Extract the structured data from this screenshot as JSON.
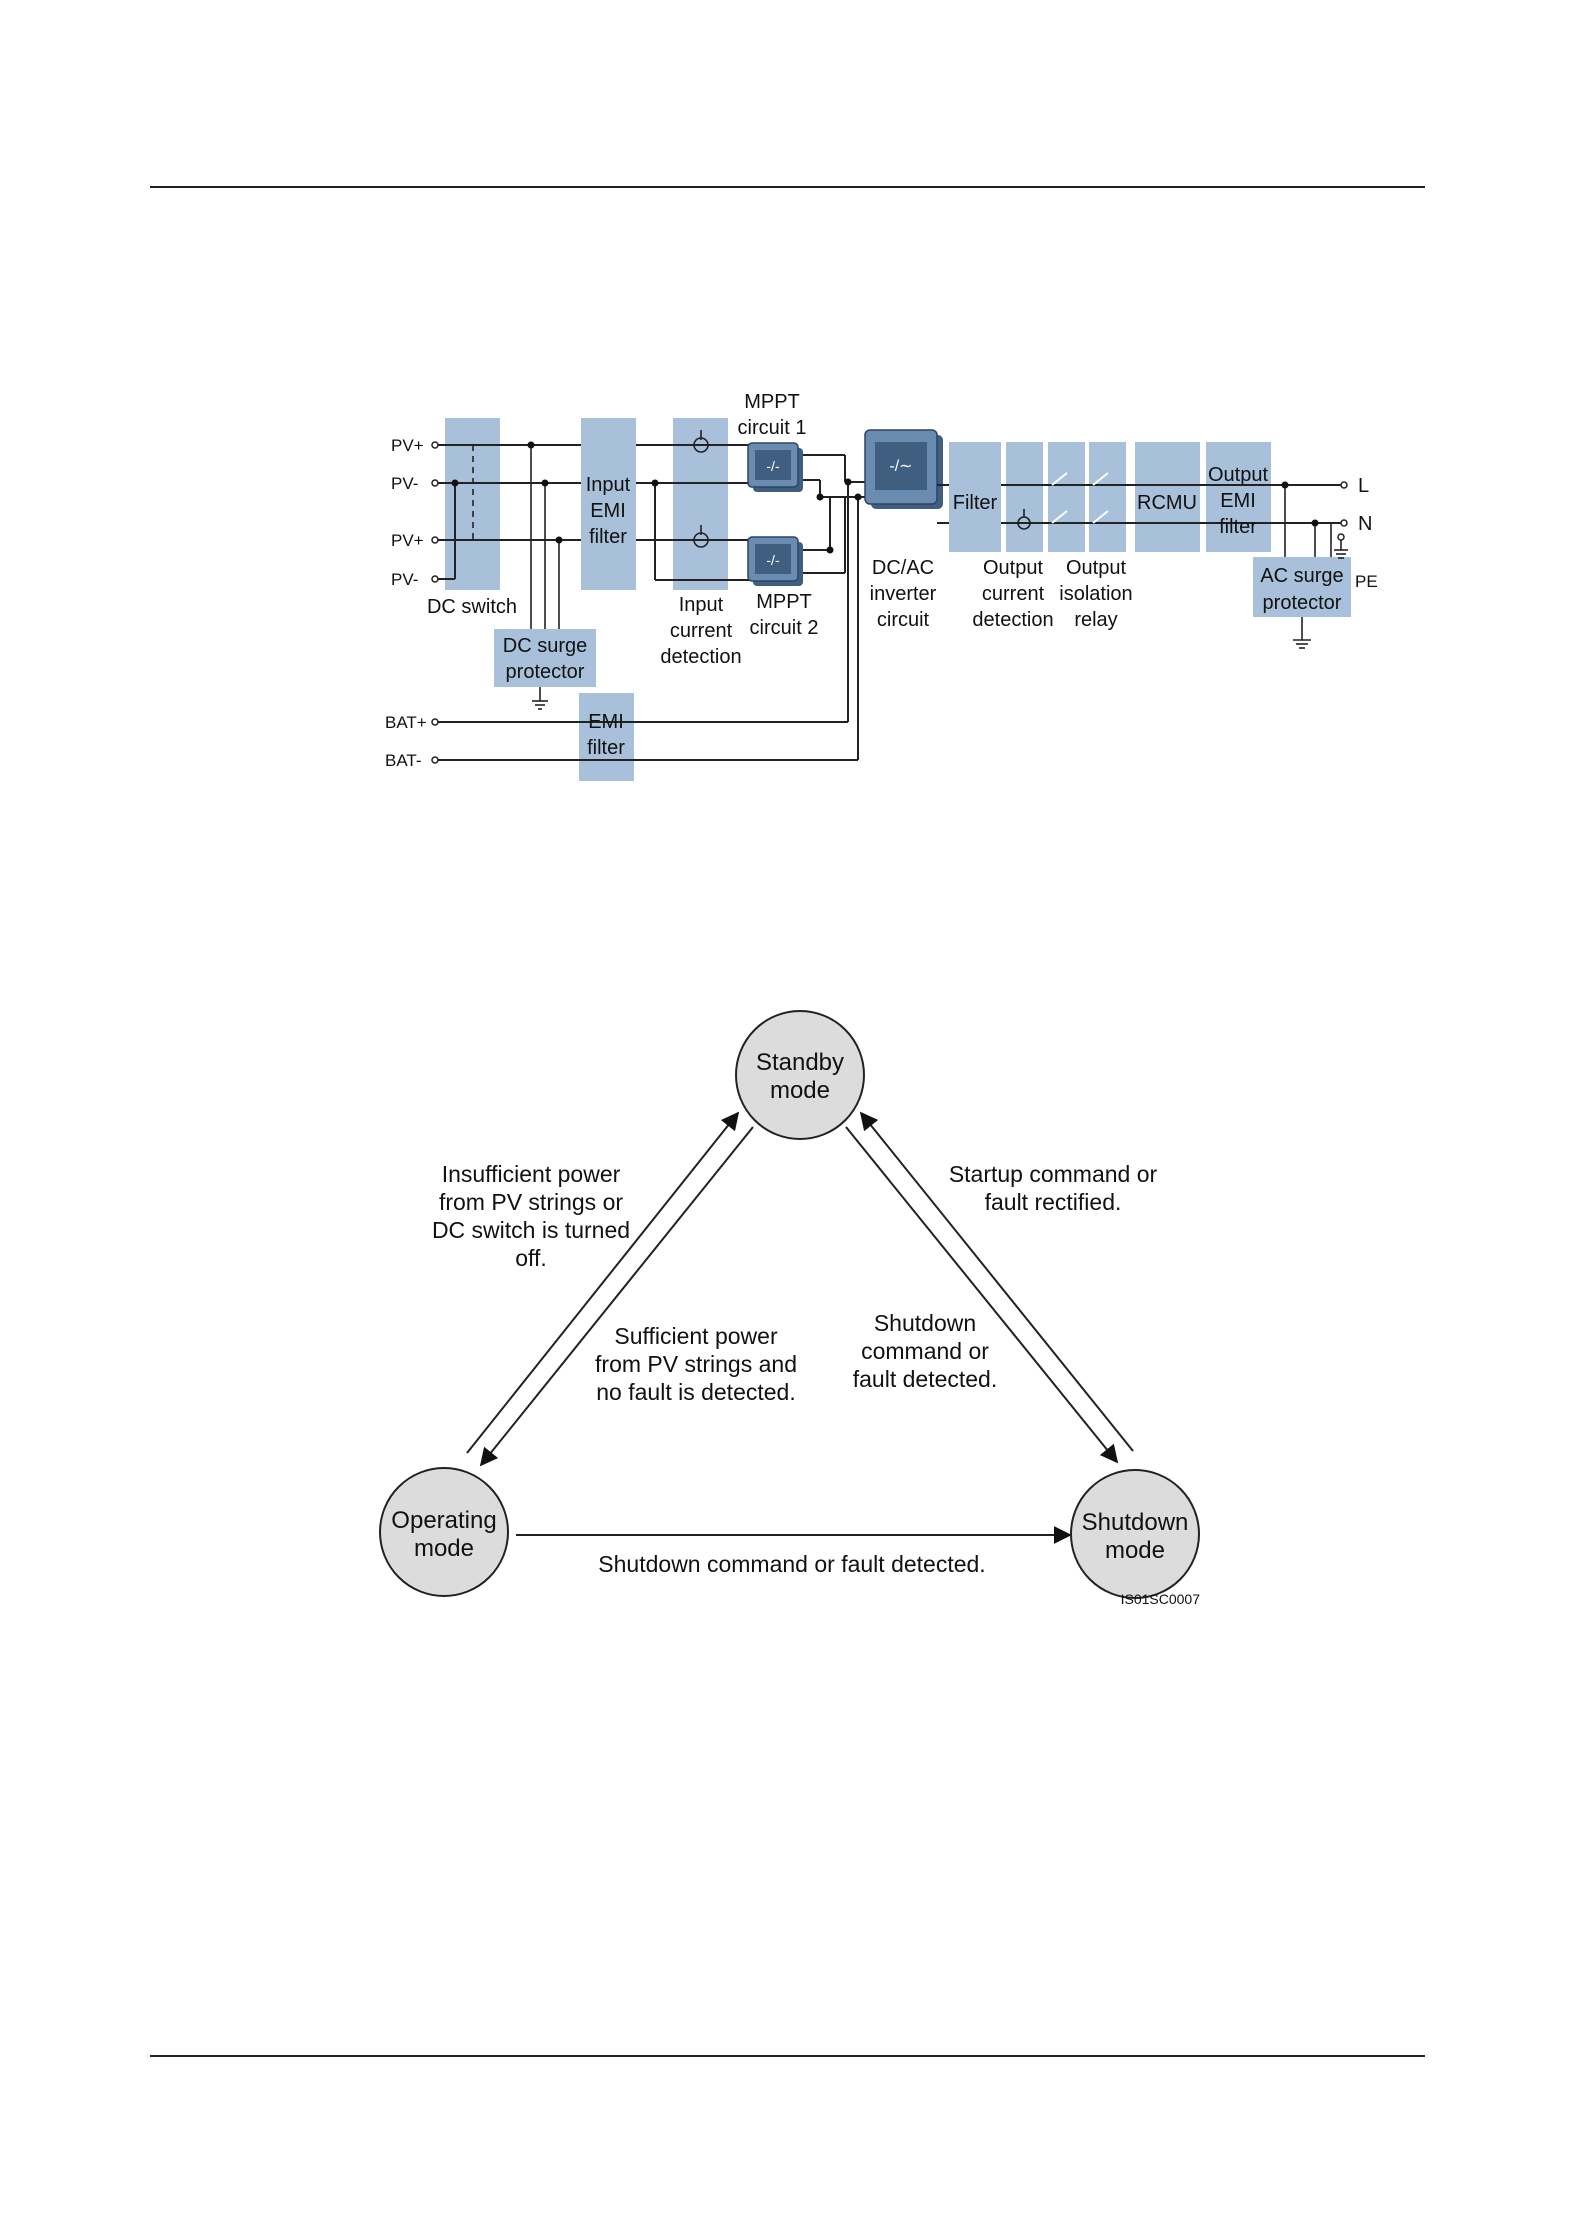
{
  "block_diagram": {
    "inputs": [
      "PV+",
      "PV-",
      "PV+",
      "PV-",
      "BAT+",
      "BAT-"
    ],
    "outputs": [
      "L",
      "N",
      "PE"
    ],
    "blocks": {
      "dc_switch": "DC switch",
      "dc_surge": [
        "DC surge",
        "protector"
      ],
      "input_emi": [
        "Input",
        "EMI",
        "filter"
      ],
      "emi_filter": [
        "EMI",
        "filter"
      ],
      "input_current": [
        "Input",
        "current",
        "detection"
      ],
      "mppt1": [
        "MPPT",
        "circuit 1"
      ],
      "mppt2": [
        "MPPT",
        "circuit 2"
      ],
      "dcac": [
        "DC/AC",
        "inverter",
        "circuit"
      ],
      "filter": "Filter",
      "output_current": [
        "Output",
        "current",
        "detection"
      ],
      "output_isolation": [
        "Output",
        "isolation",
        "relay"
      ],
      "rcmu": "RCMU",
      "output_emi": [
        "Output",
        "EMI",
        "filter"
      ],
      "ac_surge": [
        "AC surge",
        "protector"
      ]
    }
  },
  "state_diagram": {
    "nodes": {
      "standby": [
        "Standby",
        "mode"
      ],
      "operating": [
        "Operating",
        "mode"
      ],
      "shutdown": [
        "Shutdown",
        "mode"
      ]
    },
    "labels": {
      "insufficient": [
        "Insufficient power",
        "from PV strings or",
        "DC switch is turned",
        "off."
      ],
      "sufficient": [
        "Sufficient power",
        "from PV strings and",
        "no fault is detected."
      ],
      "startup": [
        "Startup command or",
        "fault rectified."
      ],
      "shutdown_cmd": [
        "Shutdown",
        "command or",
        "fault detected."
      ],
      "bottom": "Shutdown command or fault detected."
    },
    "figure_id": "IS01SC0007"
  }
}
